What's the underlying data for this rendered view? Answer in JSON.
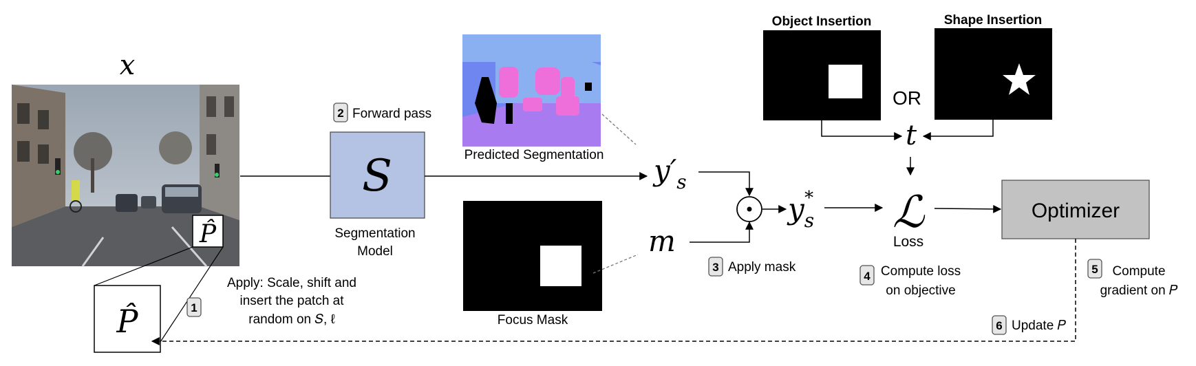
{
  "symbols": {
    "x": "x",
    "p_hat": "P̂",
    "S": "S",
    "ys_prime": "y′",
    "ys_prime_sub": "s",
    "m": "m",
    "odot": "⊙",
    "ys_star": "y",
    "ys_star_sub": "s",
    "ys_star_sup": "*",
    "t": "t",
    "L": "ℒ"
  },
  "labels": {
    "segmentation_model_l1": "Segmentation",
    "segmentation_model_l2": "Model",
    "predicted_segmentation": "Predicted Segmentation",
    "focus_mask": "Focus Mask",
    "object_insertion": "Object Insertion",
    "shape_insertion": "Shape Insertion",
    "or": "OR",
    "loss": "Loss",
    "optimizer": "Optimizer"
  },
  "steps": {
    "s1": {
      "num": "1",
      "l1": "Apply: Scale, shift and",
      "l2": "insert the patch at",
      "l3": "random on 𝑆, ℓ"
    },
    "s2": {
      "num": "2",
      "text": "Forward pass"
    },
    "s3": {
      "num": "3",
      "text": "Apply mask"
    },
    "s4": {
      "num": "4",
      "l1": "Compute loss",
      "l2": "on objective"
    },
    "s5": {
      "num": "5",
      "l1": "Compute",
      "l2": "gradient on 𝑃"
    },
    "s6": {
      "num": "6",
      "text": "Update 𝑃"
    }
  },
  "colors": {
    "model_fill": "#b4c3e3",
    "optimizer_fill": "#c2c2c2",
    "badge_fill": "#e6e6e6",
    "seg_sky": "#6f86f0",
    "seg_building": "#8ab0f2",
    "seg_road": "#a87cf0",
    "seg_vehicle": "#ee6fd9"
  }
}
